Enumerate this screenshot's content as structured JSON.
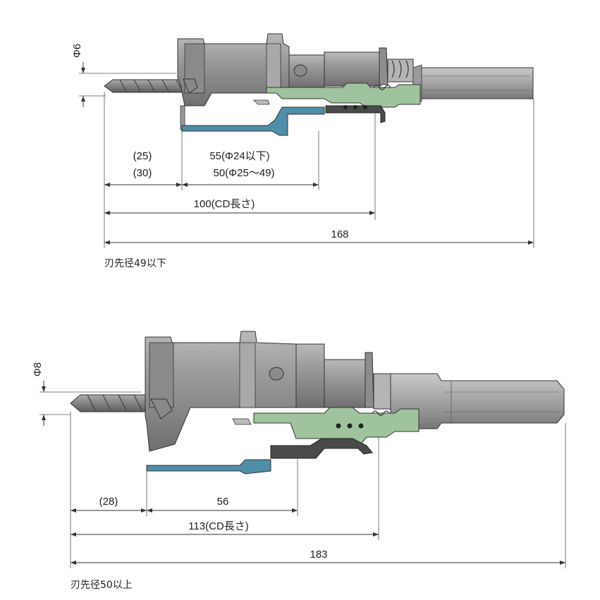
{
  "colors": {
    "body_gray": "#9a9a9a",
    "body_dark": "#6c6c6c",
    "body_light": "#c4c4c4",
    "green_part": "#9fc39c",
    "blue_part": "#4f8ea8",
    "dark_part": "#4a4a4a",
    "line": "#333333"
  },
  "diagram_top": {
    "dia_label": "Φ6",
    "dim_a": "(25)",
    "dim_a_alt": "(30)",
    "dim_b": "55(Φ24以下)",
    "dim_b_alt": "50(Φ25～49)",
    "dim_cd": "100(CD長さ)",
    "dim_total": "168",
    "caption": "刃先径49以下"
  },
  "diagram_bottom": {
    "dia_label": "Φ8",
    "dim_a": "(28)",
    "dim_b": "56",
    "dim_cd": "113(CD長さ)",
    "dim_total": "183",
    "caption": "刃先径50以上"
  }
}
